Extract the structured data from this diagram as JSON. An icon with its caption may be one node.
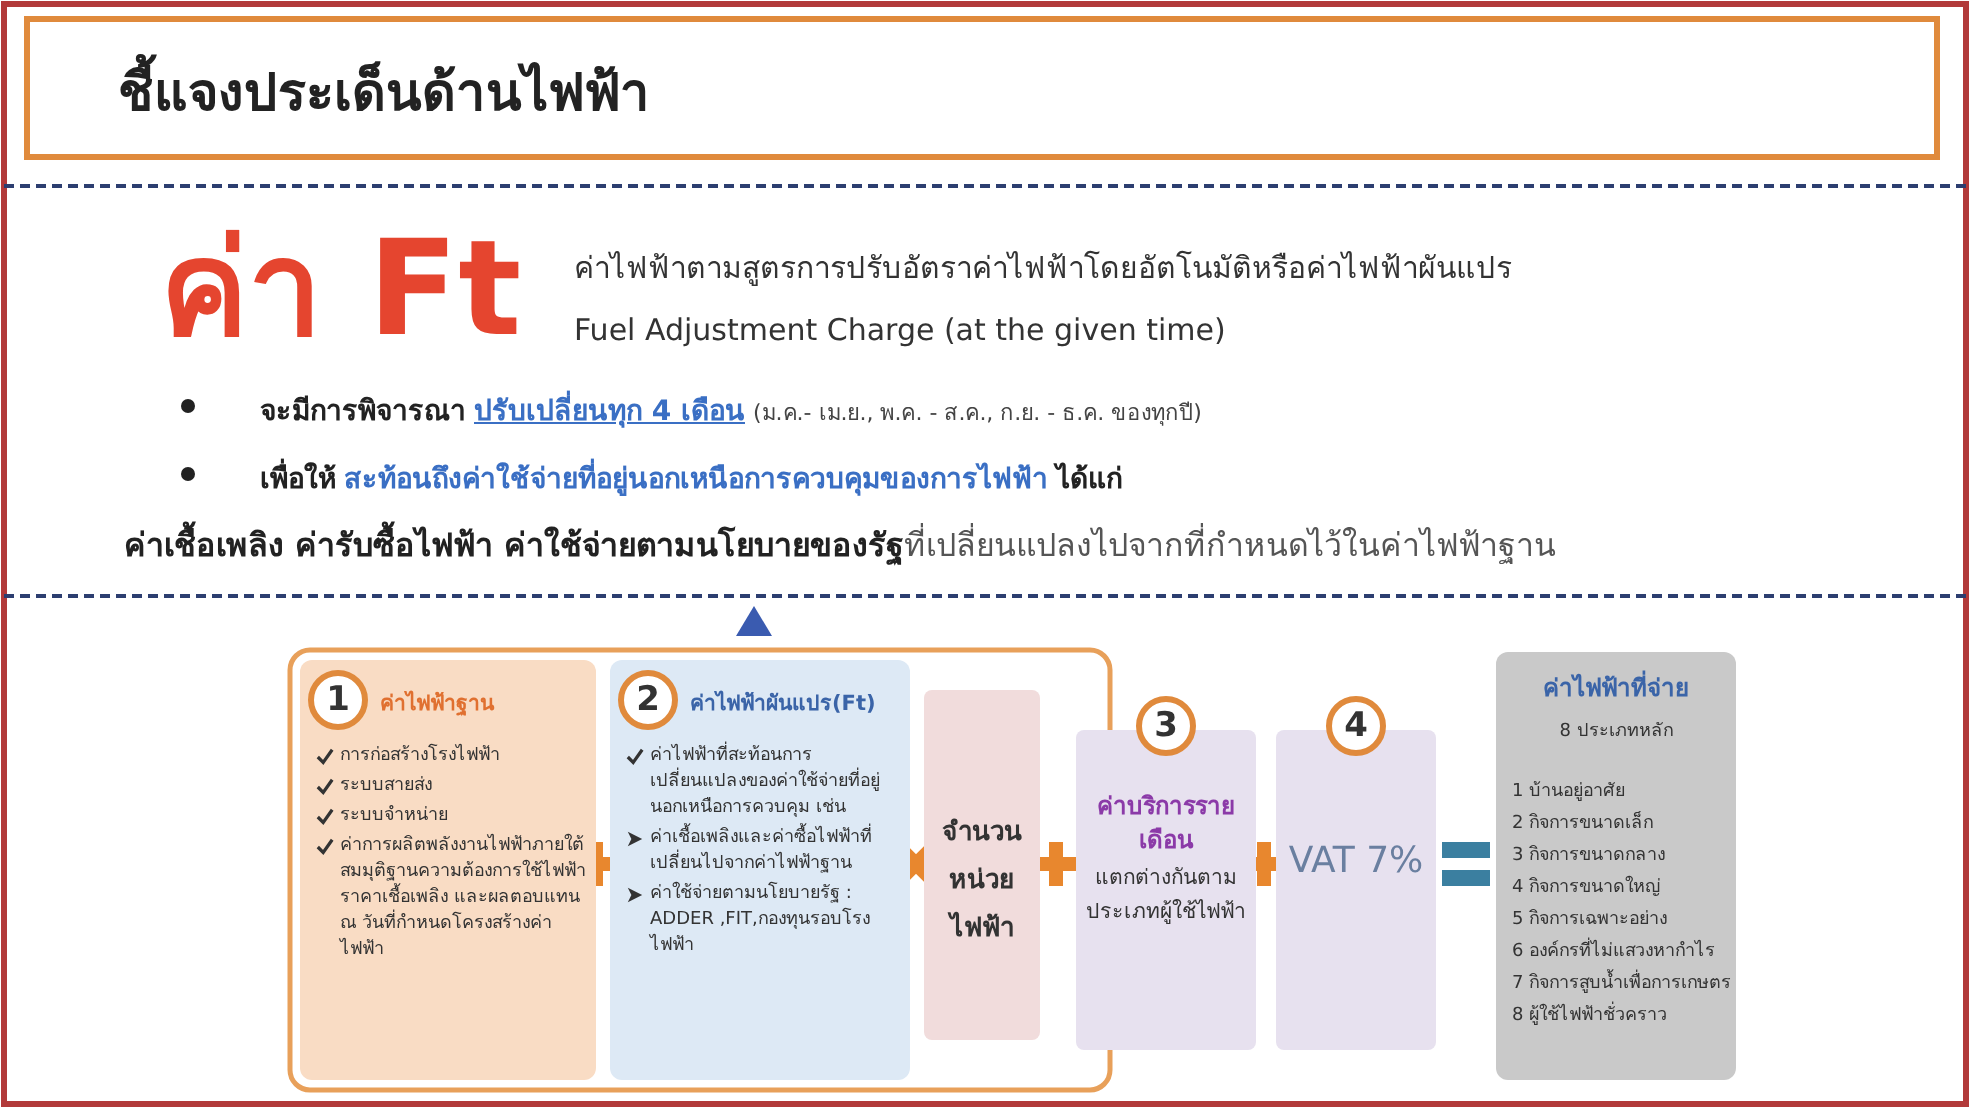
{
  "diagram": {
    "nodes": [
      {
        "text": [
          "ชี้แจงประเด็นด้านไฟฟ้า"
        ]
      },
      {
        "text": [
          "1",
          "ค่าไฟฟ้าฐาน",
          "การก่อสร้างโรงไฟฟ้า",
          "ระบบสายส่ง",
          "ระบบจำหน่าย",
          "ค่าการผลิตพลังงานไฟฟ้าภายใต้สมมุติฐานความต้องการใช้ไฟฟ้า ราคาเชื้อเพลิง และผลตอบแทน ณ วันที่กำหนดโครงสร้างค่าไฟฟ้า"
        ]
      },
      {
        "text": [
          "2",
          "ค่าไฟฟ้าผันแปร(Ft)",
          "ค่าไฟฟ้าที่สะท้อนการเปลี่ยนแปลงของค่าใช้จ่ายที่อยู่นอกเหนือการควบคุม เช่น",
          "ค่าเชื้อเพลิงและค่าซื้อไฟฟ้าที่เปลี่ยนไปจากค่าไฟฟ้าฐาน",
          "ค่าใช้จ่ายตามนโยบายรัฐ : ADDER ,FIT,กองทุนรอบโรงไฟฟ้า"
        ]
      },
      {
        "text": [
          "จำนวนหน่วยไฟฟ้า"
        ]
      },
      {
        "text": [
          "3",
          "ค่าบริการรายเดือน",
          "แตกต่างกันตามประเภทผู้ใช้ไฟฟ้า"
        ]
      },
      {
        "text": [
          "4",
          "VAT 7%"
        ]
      },
      {
        "text": [
          "ค่าไฟฟ้าที่จ่าย",
          "8 ประเภทหลัก",
          "1 บ้านอยู่อาศัย",
          "2 กิจการขนาดเล็ก",
          "3 กิจการขนาดกลาง",
          "4 กิจการขนาดใหญ่",
          "5 กิจการเฉพาะอย่าง",
          "6 องค์กรที่ไม่แสวงหากำไร",
          "7 กิจการสูบน้ำเพื่อการเกษตร",
          "8 ผู้ใช้ไฟฟ้าชั่วคราว"
        ]
      }
    ],
    "labels": [
      "ค่า Ft",
      "ค่าไฟฟ้าตามสูตรการปรับอัตราค่าไฟฟ้าโดยอัตโนมัติหรือค่าไฟฟ้าผันแปร",
      "Fuel Adjustment Charge (at the given time)",
      "จะมีการพิจารณา",
      "ปรับเปลี่ยนทุก 4 เดือน",
      "(ม.ค.- เม.ย., พ.ค. - ส.ค., ก.ย. - ธ.ค. ของทุกปี)",
      "เพื่อให้",
      "สะท้อนถึงค่าใช้จ่ายที่อยู่นอกเหนือการควบคุมของการไฟฟ้า",
      "ได้แก่",
      "**ค่าเชื้อเพลิง ค่ารับซื้อไฟฟ้า ค่าใช้จ่ายตามนโยบายของรัฐ**ที่เปลี่ยนแปลงไปจากที่กำหนดไว้ในค่าไฟฟ้าฐาน"
    ]
  }
}
